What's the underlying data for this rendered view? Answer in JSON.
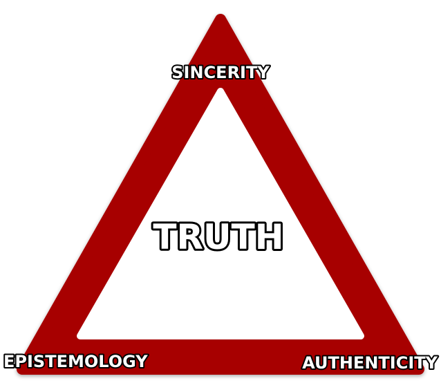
{
  "diagram": {
    "center_label": "TRUTH",
    "top_label": "SINCERITY",
    "left_label": "EPISTEMOLOGY",
    "right_label": "AUTHENTICITY",
    "triangle_color": "#a70000"
  }
}
